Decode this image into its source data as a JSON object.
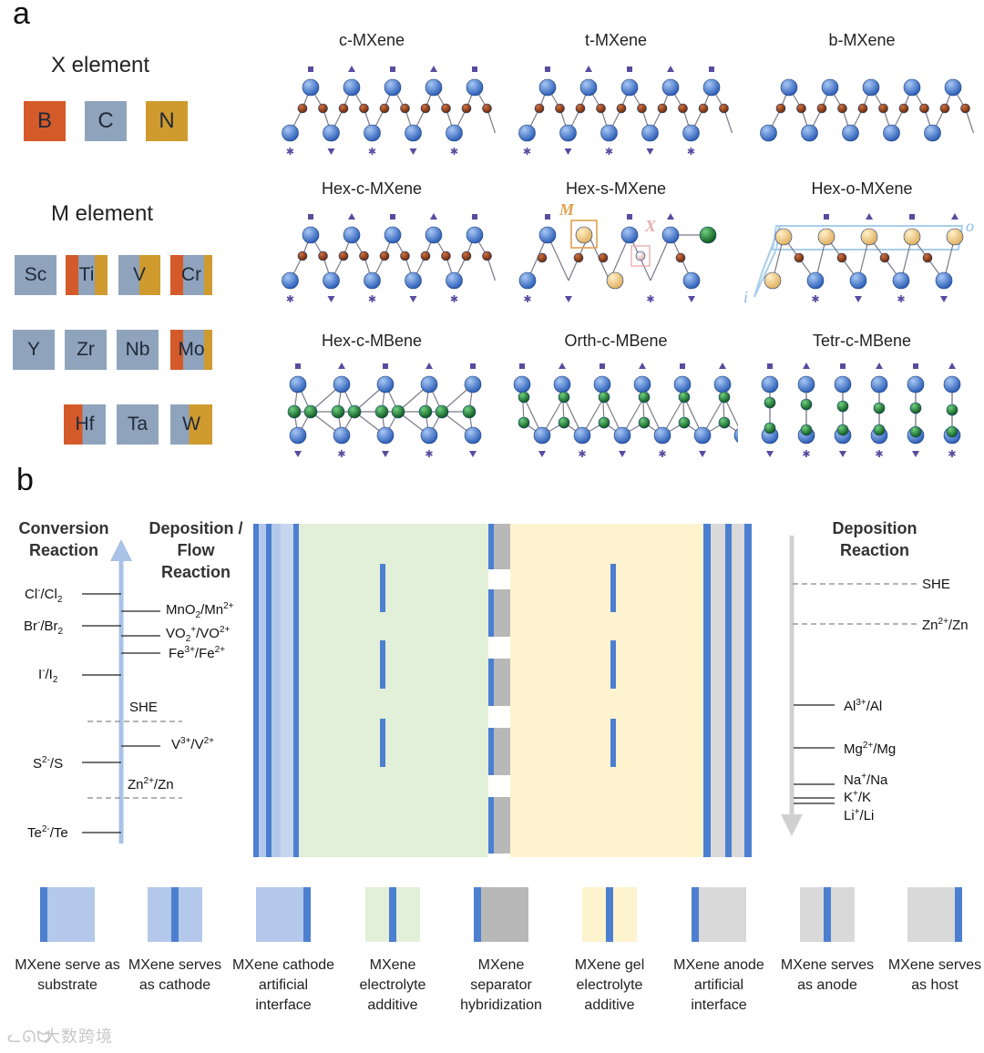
{
  "panel_a": {
    "letter": "a",
    "x_element_title": "X element",
    "x_elements": [
      "B",
      "C",
      "N"
    ],
    "m_element_title": "M element",
    "m_elements_row1": [
      "Sc",
      "Ti",
      "V",
      "Cr"
    ],
    "m_elements_row2": [
      "Y",
      "Zr",
      "Nb",
      "Mo"
    ],
    "m_elements_row3": [
      "Hf",
      "Ta",
      "W"
    ],
    "structures": [
      "c-MXene",
      "t-MXene",
      "b-MXene",
      "Hex-c-MXene",
      "Hex-s-MXene",
      "Hex-o-MXene",
      "Hex-c-MBene",
      "Orth-c-MBene",
      "Tetr-c-MBene"
    ],
    "hex_s_labels": {
      "m": "M",
      "x": "X"
    },
    "hex_o_labels": {
      "o": "o",
      "i": "i"
    },
    "colors": {
      "boron": "#d45a2a",
      "carbon": "#8fa3bc",
      "nitrogen": "#cf9a2e",
      "metal_atom": "#4a7fd0",
      "x_atom": "#8a3a12",
      "b_atom": "#1f7a2e",
      "terminal": "#5a4aa0"
    }
  },
  "panel_b": {
    "letter": "b",
    "left_header": "Conversion Reaction",
    "mid_header": "Deposition / Flow Reaction",
    "right_header": "Deposition Reaction",
    "conversion_couples": [
      {
        "ox": "Cl",
        "ox_sup": "-",
        "sep": "/Cl",
        "red_sub": "2"
      },
      {
        "ox": "Br",
        "ox_sup": "-",
        "sep": "/Br",
        "red_sub": "2"
      },
      {
        "ox": "I",
        "ox_sup": "-",
        "sep": "/I",
        "red_sub": "2"
      },
      {
        "ox": "S",
        "ox_sup": "2-",
        "sep": "/S",
        "red_sub": ""
      },
      {
        "ox": "Te",
        "ox_sup": "2-",
        "sep": "/Te",
        "red_sub": ""
      }
    ],
    "flow_couples": [
      "MnO2/Mn2+",
      "VO2+/VO2+",
      "Fe3+/Fe2+",
      "V3+/V2+",
      "Zn2+/Zn"
    ],
    "she_label": "SHE",
    "deposition_couples": [
      "SHE",
      "Zn2+/Zn",
      "Al3+/Al",
      "Mg2+/Mg",
      "Na+/Na",
      "K+/K",
      "Li+/Li"
    ],
    "legend": [
      "MXene serve as substrate",
      "MXene serves as cathode",
      "MXene cathode artificial interface",
      "MXene electrolyte additive",
      "MXene separator hybridization",
      "MXene gel electrolyte additive",
      "MXene anode artificial interface",
      "MXene serves as anode",
      "MXene serves as host"
    ],
    "colors": {
      "mxene_blue": "#4d7fd0",
      "light_blue": "#b3c8ea",
      "light_green": "#e2efd9",
      "light_yellow": "#fdf3cf",
      "gray": "#b8b8b8",
      "light_gray": "#d9d9d9",
      "arrow_blue": "#a9c2e6",
      "arrow_gray": "#d0d0d0"
    }
  },
  "watermark": "大数跨境"
}
